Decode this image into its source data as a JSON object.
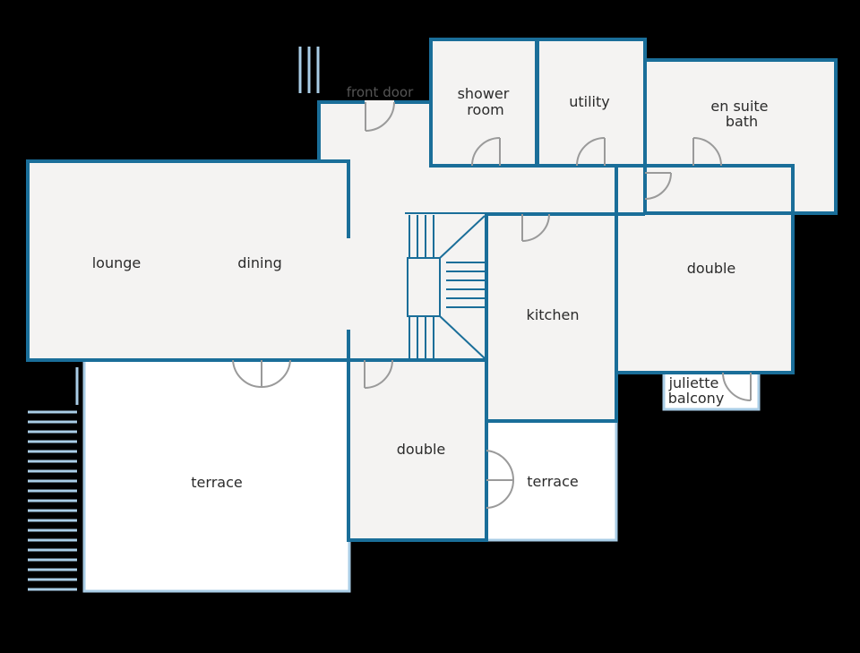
{
  "colors": {
    "background": "#000000",
    "interior": "#f4f3f2",
    "outdoor": "#ffffff",
    "wall": "#1a6e99",
    "outdoor_edge": "#a9cde6",
    "door": "#9a9a9a"
  },
  "labels": {
    "front_door": "front door",
    "shower_room": [
      "shower",
      "room"
    ],
    "utility": "utility",
    "en_suite_bath": [
      "en suite",
      "bath"
    ],
    "lounge": "lounge",
    "dining": "dining",
    "kitchen": "kitchen",
    "double_right": "double",
    "double_center": "double",
    "juliette_balcony": [
      "juliette",
      "balcony"
    ],
    "terrace_left": "terrace",
    "terrace_right": "terrace"
  }
}
